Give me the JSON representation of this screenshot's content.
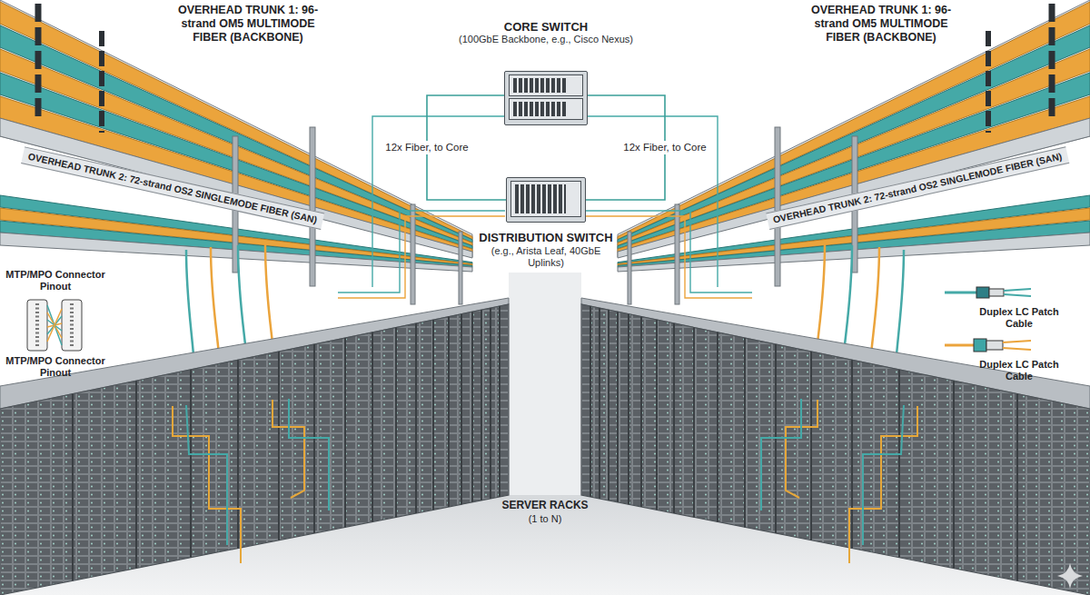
{
  "diagram": {
    "nodes": [
      {
        "text": [
          "CORE SWITCH",
          "(100GbE Backbone, e.g., Cisco Nexus)"
        ]
      },
      {
        "text": [
          "DISTRIBUTION SWITCH",
          "(e.g., Arista Leaf, 40GbE Uplinks)"
        ]
      }
    ],
    "edges": [
      {
        "from": 1,
        "to": 0,
        "arrow": "none",
        "label": "12x Fiber, to Core"
      },
      {
        "from": 1,
        "to": 0,
        "arrow": "none",
        "label": "12x Fiber, to Core"
      }
    ],
    "labels": [
      "OVERHEAD TRUNK 1: 96-strand OM5 MULTIMODE FIBER (BACKBONE)",
      "OVERHEAD TRUNK 1: 96-strand OM5 MULTIMODE FIBER (BACKBONE)",
      "OVERHEAD TRUNK 2: 72-strand OS2 SINGLEMODE FIBER (SAN)",
      "OVERHEAD TRUNK 2: 72-strand OS2 SINGLEMODE FIBER (SAN)",
      "MTP/MPO Connector Pinout",
      "MTP/MPO Connector Pinout",
      "Duplex LC Patch Cable",
      "Duplex LC Patch Cable",
      "SERVER RACKS",
      "(1 to N)"
    ]
  }
}
